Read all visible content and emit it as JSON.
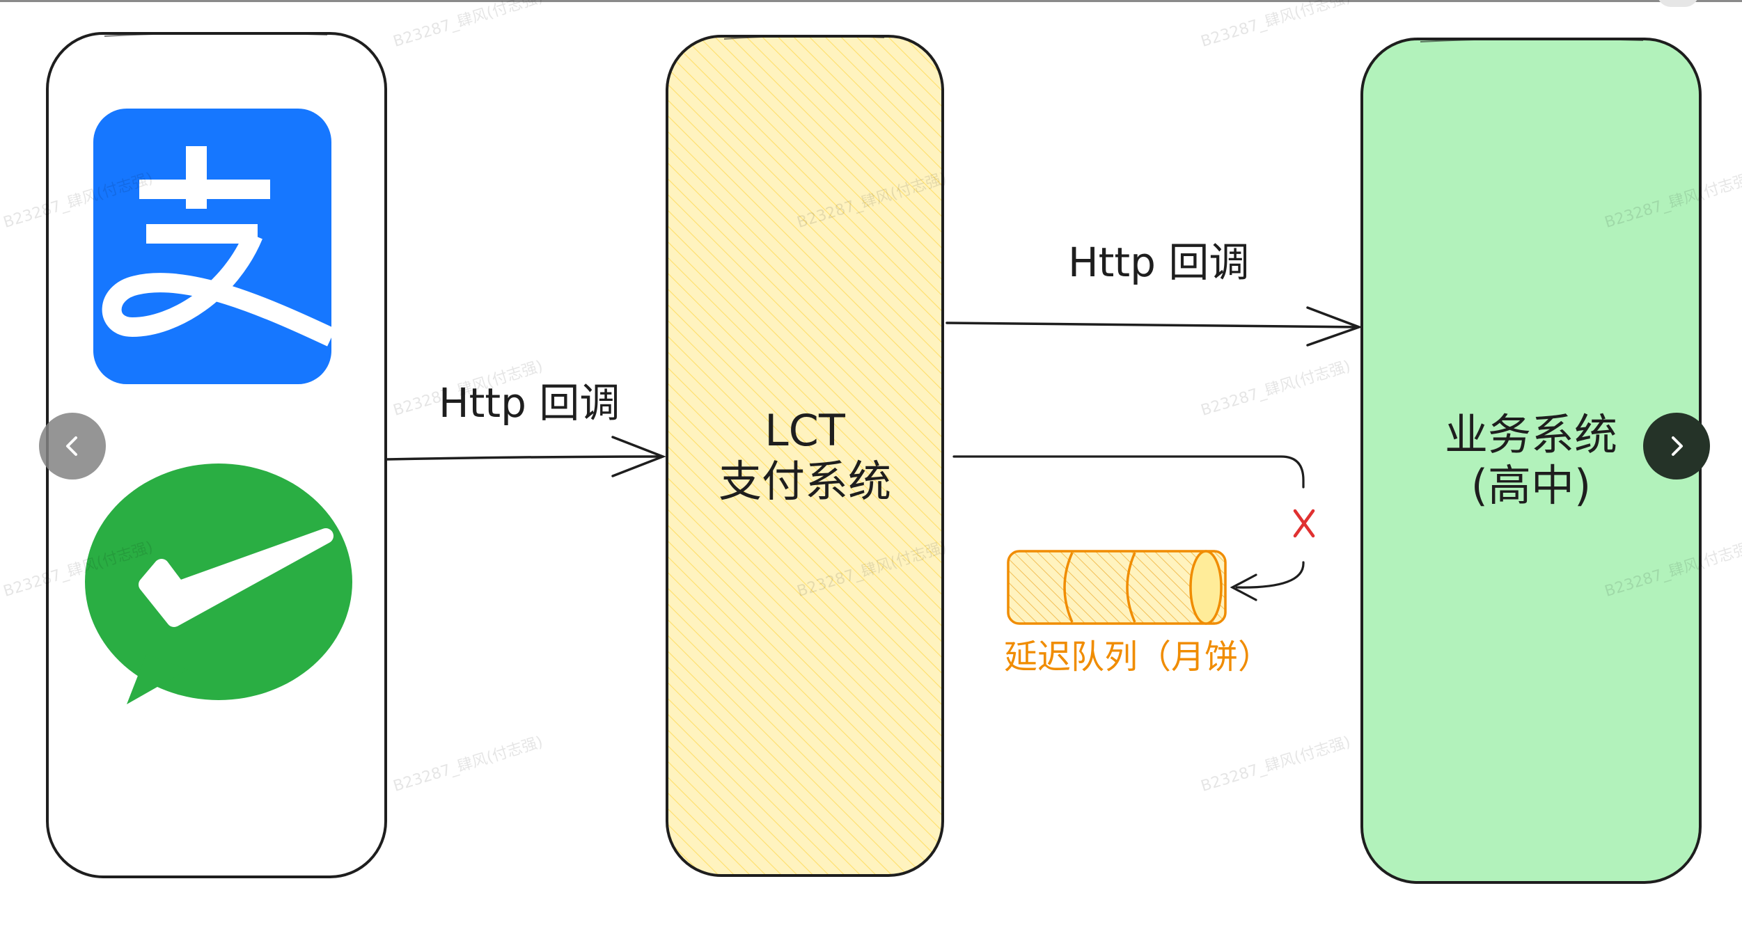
{
  "nodes": {
    "lct_line1": "LCT",
    "lct_line2": "支付系统",
    "business_line1": "业务系统",
    "business_line2": "(高中)"
  },
  "edges": {
    "client_to_lct": "Http 回调",
    "lct_to_business": "Http 回调",
    "failed_mark": "×"
  },
  "queue": {
    "label": "延迟队列（月饼）"
  },
  "icons": {
    "alipay": "alipay-logo",
    "wechat": "wechat-pay-logo",
    "prev": "chevron-left-icon",
    "next": "chevron-right-icon"
  },
  "watermark": "B23287_肆风(付志强)",
  "colors": {
    "alipay_blue": "#1677ff",
    "wechat_green": "#2aae43",
    "lct_fill": "#fff3bf",
    "lct_hatch": "#ffe483",
    "business_fill": "#b2f2bb",
    "queue_stroke": "#f08c00",
    "queue_fill": "#ffec99",
    "error_red": "#e03131",
    "stroke": "#1e1e1e"
  }
}
